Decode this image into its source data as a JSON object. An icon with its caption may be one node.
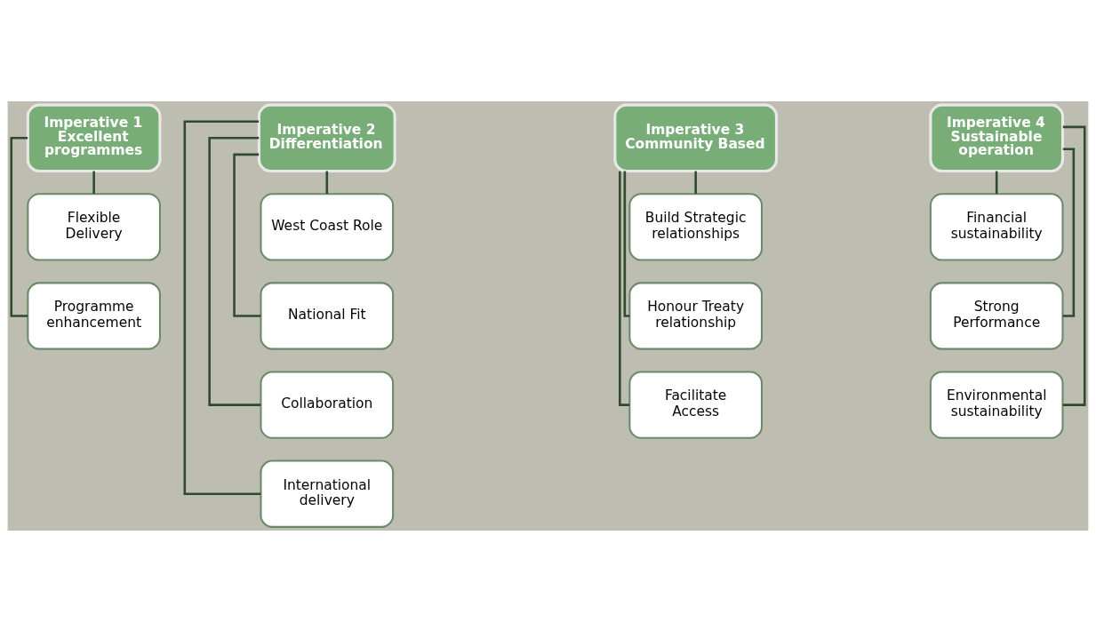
{
  "diagram": {
    "nodes": [
      {
        "text": [
          "Imperative 1 Excellent programmes"
        ]
      },
      {
        "text": [
          "Flexible Delivery"
        ]
      },
      {
        "text": [
          "Programme enhancement"
        ]
      },
      {
        "text": [
          "Imperative 2 Differentiation"
        ]
      },
      {
        "text": [
          "West Coast Role"
        ]
      },
      {
        "text": [
          "National Fit"
        ]
      },
      {
        "text": [
          "Collaboration"
        ]
      },
      {
        "text": [
          "International delivery"
        ]
      },
      {
        "text": [
          "Imperative 3 Community Based"
        ]
      },
      {
        "text": [
          "Build Strategic relationships"
        ]
      },
      {
        "text": [
          "Honour Treaty relationship"
        ]
      },
      {
        "text": [
          "Facilitate Access"
        ]
      },
      {
        "text": [
          "Imperative 4 Sustainable operation"
        ]
      },
      {
        "text": [
          "Financial sustainability"
        ]
      },
      {
        "text": [
          "Strong Performance"
        ]
      },
      {
        "text": [
          "Environmental sustainability"
        ]
      }
    ],
    "edges": [
      {
        "from": 0,
        "to": 1,
        "arrow": "none"
      },
      {
        "from": 0,
        "to": 2,
        "arrow": "none"
      },
      {
        "from": 3,
        "to": 4,
        "arrow": "none"
      },
      {
        "from": 3,
        "to": 5,
        "arrow": "none"
      },
      {
        "from": 3,
        "to": 6,
        "arrow": "none"
      },
      {
        "from": 3,
        "to": 7,
        "arrow": "none"
      },
      {
        "from": 8,
        "to": 9,
        "arrow": "none"
      },
      {
        "from": 8,
        "to": 10,
        "arrow": "none"
      },
      {
        "from": 8,
        "to": 11,
        "arrow": "none"
      },
      {
        "from": 12,
        "to": 13,
        "arrow": "none"
      },
      {
        "from": 12,
        "to": 14,
        "arrow": "none"
      },
      {
        "from": 12,
        "to": 15,
        "arrow": "none"
      }
    ]
  }
}
